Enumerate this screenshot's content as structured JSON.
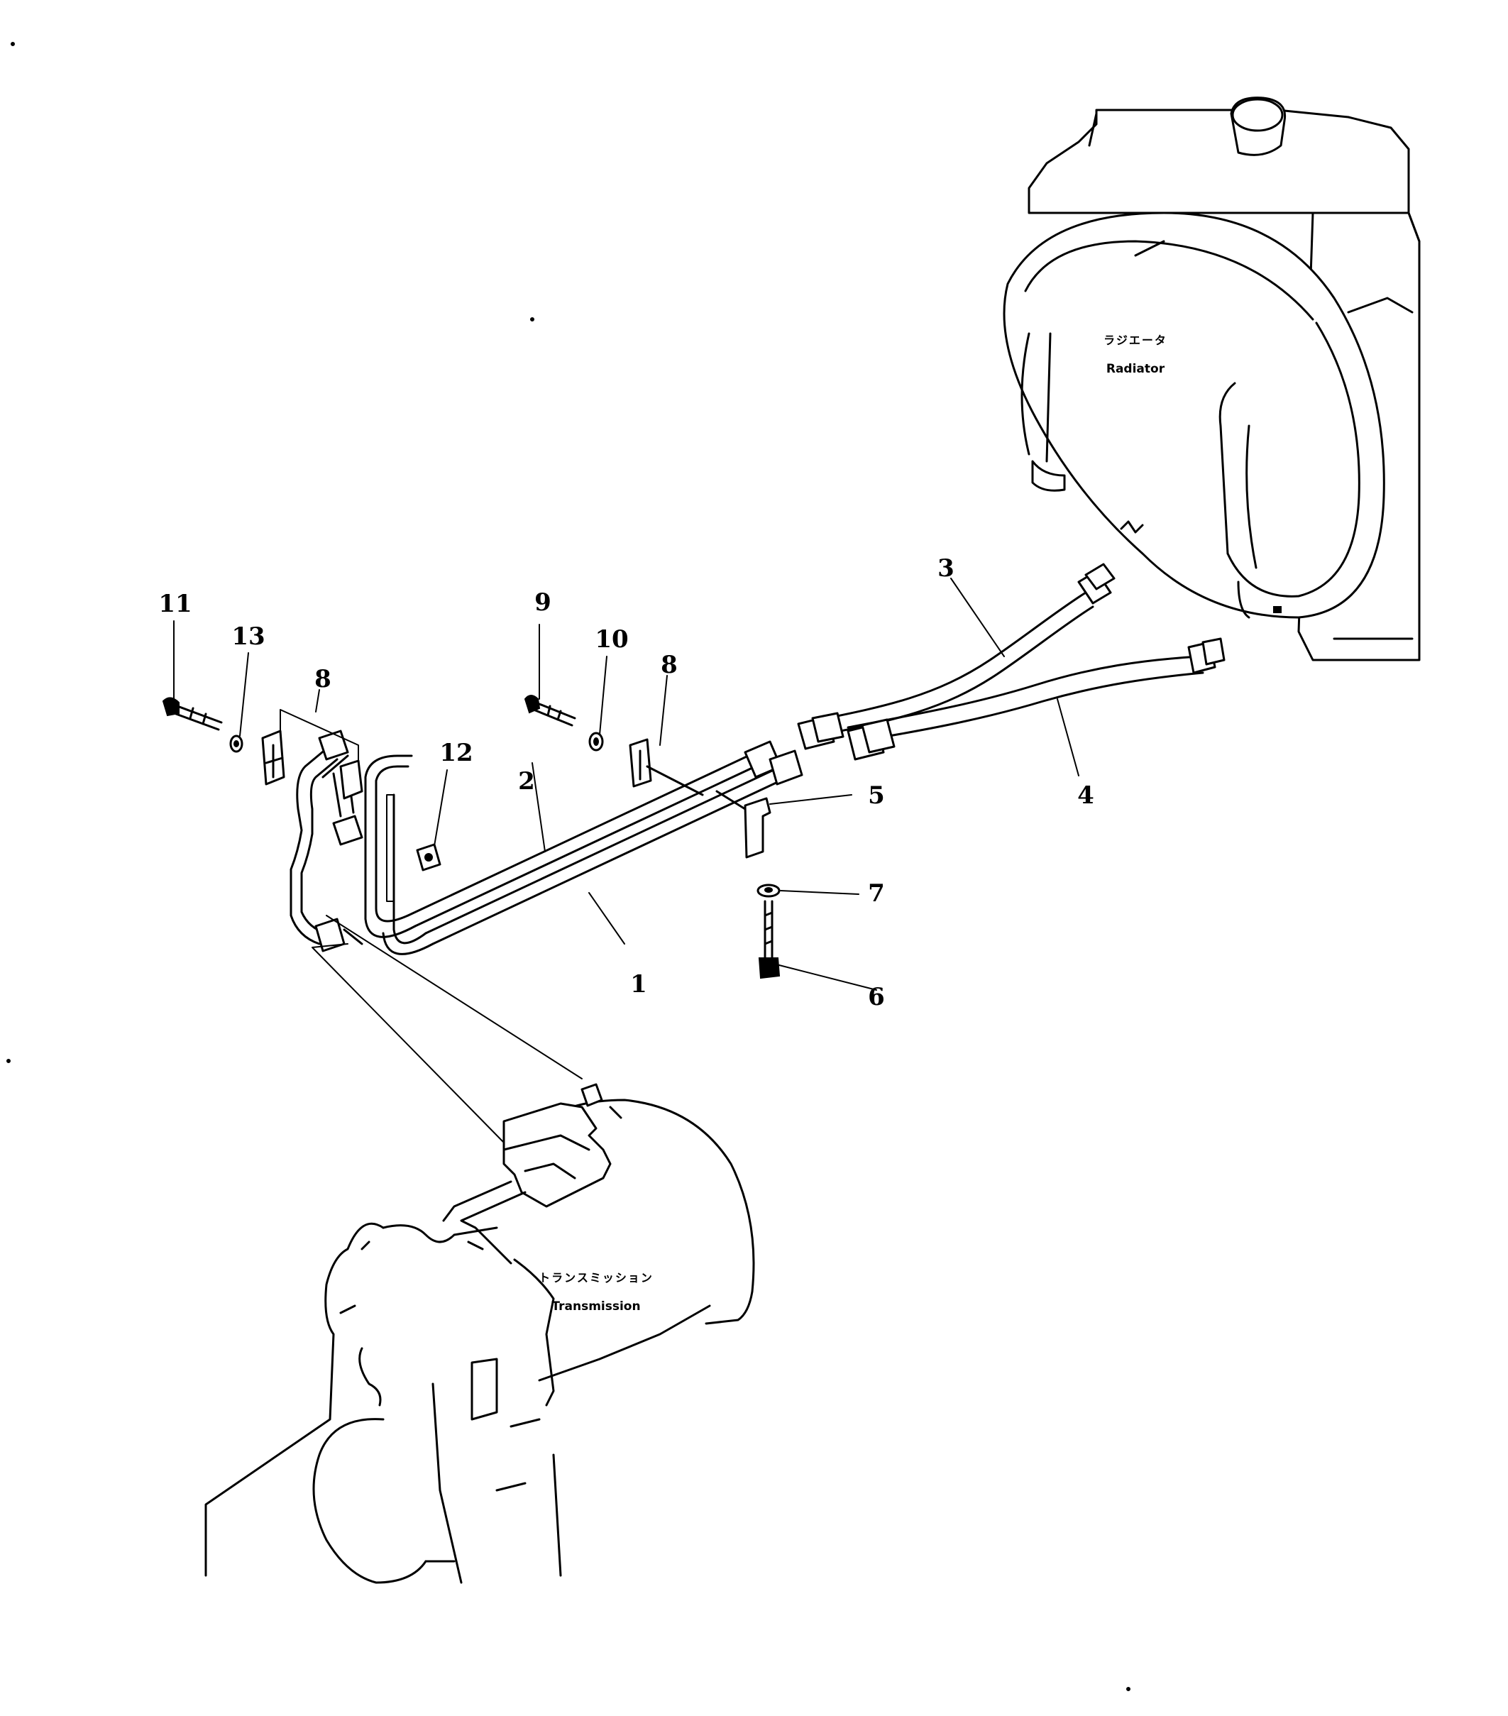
{
  "components": {
    "radiator": {
      "label_ja": "ラジエータ",
      "label_en": "Radiator"
    },
    "transmission": {
      "label_ja": "トランスミッション",
      "label_en": "Transmission"
    }
  },
  "callouts": [
    {
      "id": "callout-1",
      "number": "1"
    },
    {
      "id": "callout-2",
      "number": "2"
    },
    {
      "id": "callout-3",
      "number": "3"
    },
    {
      "id": "callout-4",
      "number": "4"
    },
    {
      "id": "callout-5",
      "number": "5"
    },
    {
      "id": "callout-6",
      "number": "6"
    },
    {
      "id": "callout-7",
      "number": "7"
    },
    {
      "id": "callout-8a",
      "number": "8"
    },
    {
      "id": "callout-8b",
      "number": "8"
    },
    {
      "id": "callout-9",
      "number": "9"
    },
    {
      "id": "callout-10",
      "number": "10"
    },
    {
      "id": "callout-11",
      "number": "11"
    },
    {
      "id": "callout-12",
      "number": "12"
    },
    {
      "id": "callout-13",
      "number": "13"
    }
  ]
}
